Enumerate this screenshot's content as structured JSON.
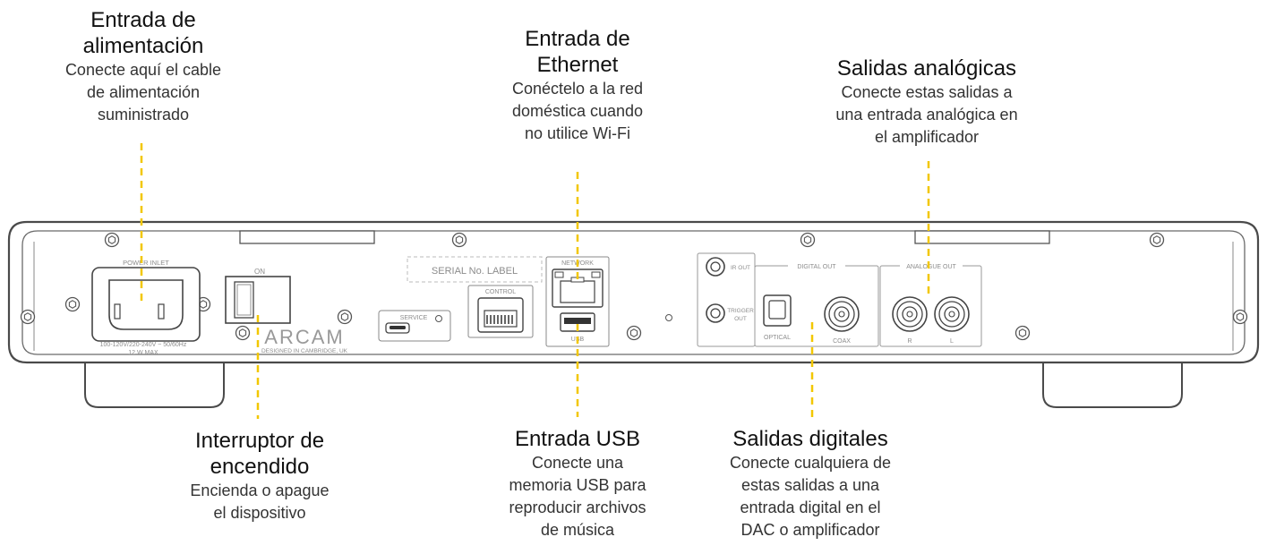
{
  "callouts": {
    "power_inlet": {
      "title": "Entrada de\nalimentación",
      "desc": "Conecte aquí el cable\nde alimentación\nsuministrado"
    },
    "ethernet": {
      "title": "Entrada de\nEthernet",
      "desc": "Conéctelo a la red\ndoméstica cuando\nno utilice Wi-Fi"
    },
    "analogue": {
      "title": "Salidas analógicas",
      "desc": "Conecte estas salidas a\nuna entrada analógica en\nel amplificador"
    },
    "power_switch": {
      "title": "Interruptor de\nencendido",
      "desc": "Encienda o apague\nel dispositivo"
    },
    "usb": {
      "title": "Entrada USB",
      "desc": "Conecte una\nmemoria USB para\nreproducir archivos\nde música"
    },
    "digital": {
      "title": "Salidas digitales",
      "desc": "Conecte cualquiera de\nestas salidas a una\nentrada digital en el\nDAC o amplificador"
    }
  },
  "panel": {
    "power_inlet_label": "POWER INLET",
    "power_rating_1": "100-120V/220-240V ~ 50/60Hz",
    "power_rating_2": "12 W MAX",
    "on_label": "ON",
    "brand": "ARCAM",
    "brand_sub": "DESIGNED IN CAMBRIDGE, UK",
    "service_label": "SERVICE",
    "serial_label": "SERIAL No. LABEL",
    "control_label": "CONTROL",
    "network_label": "NETWORK",
    "usb_label": "USB",
    "ir_out_label": "IR OUT",
    "trigger_label_1": "TRIGGER",
    "trigger_label_2": "OUT",
    "digital_out_label": "DIGITAL OUT",
    "optical_label": "OPTICAL",
    "coax_label": "COAX",
    "analogue_out_label": "ANALOGUE OUT",
    "r_label": "R",
    "l_label": "L"
  },
  "colors": {
    "leader": "#f2c700",
    "outline": "#4a4a4a",
    "label_gray": "#8c8c8c"
  }
}
